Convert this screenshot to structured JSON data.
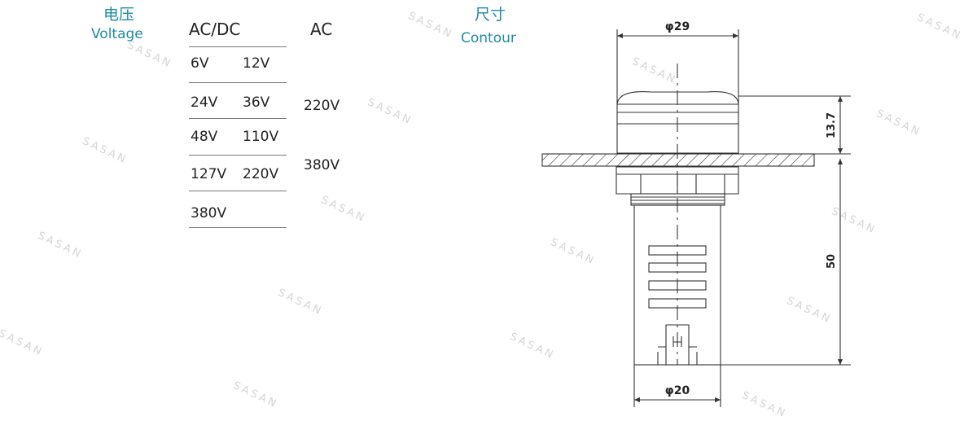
{
  "voltage": {
    "title_cn": "电压",
    "title_en": "Voltage",
    "col_acdc": "AC/DC",
    "col_ac": "AC",
    "acdc_rows": [
      [
        "6V",
        "12V"
      ],
      [
        "24V",
        "36V"
      ],
      [
        "48V",
        "110V"
      ],
      [
        "127V",
        "220V"
      ],
      [
        "380V",
        ""
      ]
    ],
    "ac_values": [
      "220V",
      "380V"
    ]
  },
  "contour": {
    "title_cn": "尺寸",
    "title_en": "Contour",
    "dim_top": "φ29",
    "dim_bottom": "φ20",
    "dim_cap": "13.7",
    "dim_body": "50"
  },
  "watermark": "SASAN"
}
